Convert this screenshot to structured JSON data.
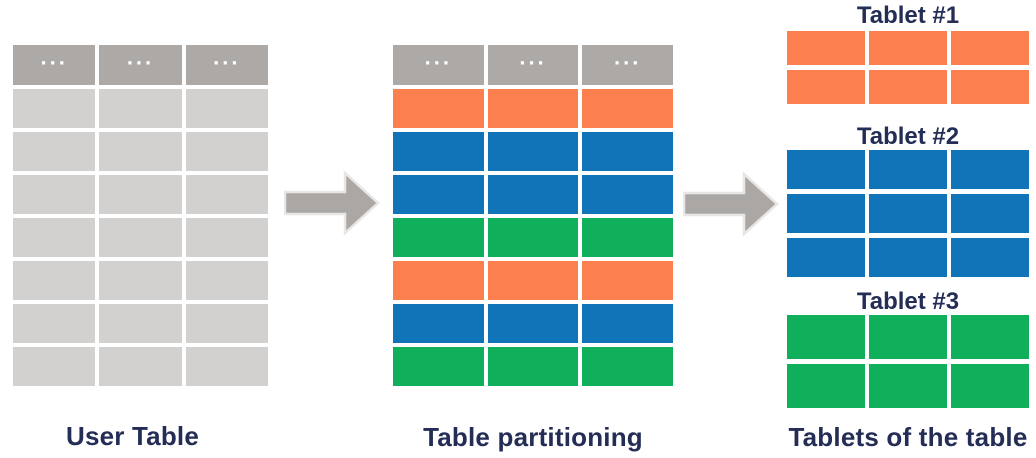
{
  "colors": {
    "orange": "#FC7F50",
    "blue": "#1173B8",
    "green": "#10AF5B",
    "header_gray": "#ADA9A7",
    "row_gray": "#D2D1D0",
    "arrow_gray": "#ABA7A5",
    "arrow_outline": "#E9E7E6",
    "label_navy": "#232D55"
  },
  "user_table": {
    "label": "User Table",
    "columns": 3,
    "header_cells": [
      "...",
      "...",
      "..."
    ],
    "body_rows": 7
  },
  "partitioned_table": {
    "label": "Table partitioning",
    "columns": 3,
    "header_cells": [
      "...",
      "...",
      "..."
    ],
    "row_colors": [
      "orange",
      "blue",
      "blue",
      "green",
      "orange",
      "blue",
      "green"
    ]
  },
  "tablets": {
    "caption": "Tablets of the table",
    "columns": 3,
    "items": [
      {
        "title": "Tablet #1",
        "color": "orange",
        "rows": 2
      },
      {
        "title": "Tablet #2",
        "color": "blue",
        "rows": 3
      },
      {
        "title": "Tablet #3",
        "color": "green",
        "rows": 2
      }
    ]
  }
}
